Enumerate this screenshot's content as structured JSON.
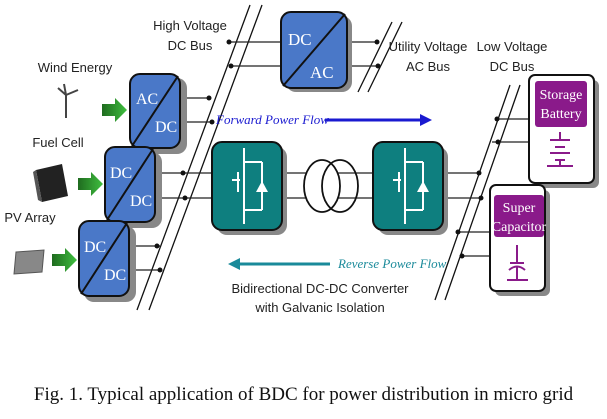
{
  "labels": {
    "high_voltage_bus": [
      "High Voltage",
      "DC Bus"
    ],
    "utility_bus": [
      "Utility Voltage",
      "AC Bus"
    ],
    "low_voltage_bus": [
      "Low Voltage",
      "DC Bus"
    ],
    "wind": "Wind Energy",
    "fuel_cell": "Fuel Cell",
    "pv": "PV Array",
    "forward_flow": "Forward Power Flow",
    "reverse_flow": "Reverse Power Flow",
    "bdc_title": [
      "Bidirectional DC-DC Converter",
      "with Galvanic Isolation"
    ]
  },
  "converters": {
    "wind": [
      "AC",
      "DC"
    ],
    "fuel": [
      "DC",
      "DC"
    ],
    "pv": [
      "DC",
      "DC"
    ],
    "utility": [
      "DC",
      "AC"
    ]
  },
  "storage": {
    "battery": [
      "Storage",
      "Battery"
    ],
    "supercap": [
      "Super",
      "Capacitor"
    ]
  },
  "caption": "Fig. 1. Typical application of BDC for power distribution in micro grid",
  "colors": {
    "converter_blue": "#4a78c8",
    "switch_teal": "#0e7f7f",
    "storage_purple": "#8a1a8a",
    "forward_arrow": "#1a1ad0",
    "reverse_arrow": "#1a8a9a",
    "source_arrow": "#2a8a2a"
  }
}
